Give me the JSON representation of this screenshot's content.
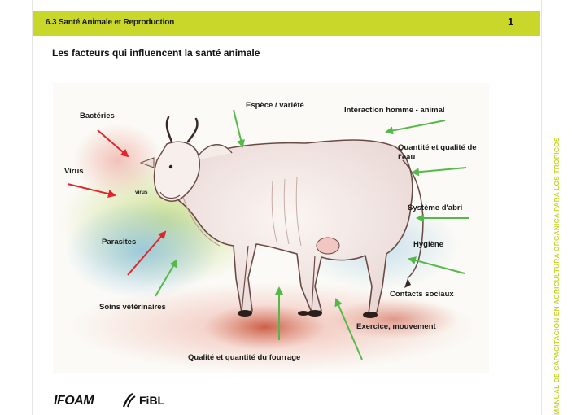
{
  "header": {
    "title": "6.3 Santé Animale et Reproduction",
    "page_number": "1",
    "accent_color": "#c9d62a"
  },
  "slide": {
    "title": "Les facteurs qui influencent la santé animale"
  },
  "illustration": {
    "subject": "cow-watercolor",
    "small_label": "virus",
    "labels": {
      "bacteries": "Bactéries",
      "virus": "Virus",
      "parasites": "Parasites",
      "soins": "Soins vétérinaires",
      "espece": "Espèce / variété",
      "interaction": "Interaction homme - animal",
      "eau": "Quantité et qualité de l'eau",
      "abri": "Système d'abri",
      "hygiene": "Hygiène",
      "contacts": "Contacts sociaux",
      "exercice": "Exercice, mouvement",
      "fourrage": "Qualité et quantité du fourrage"
    },
    "arrow_colors": {
      "negative": "#e0262a",
      "positive": "#55b94a"
    }
  },
  "sidebar": {
    "text": "MANUAL DE CAPACITACION EN AGRICULTURA ORGANICA PARA LOS TROPICOS"
  },
  "footer": {
    "logo_ifoam": "IFOAM",
    "logo_fibl": "FiBL"
  }
}
